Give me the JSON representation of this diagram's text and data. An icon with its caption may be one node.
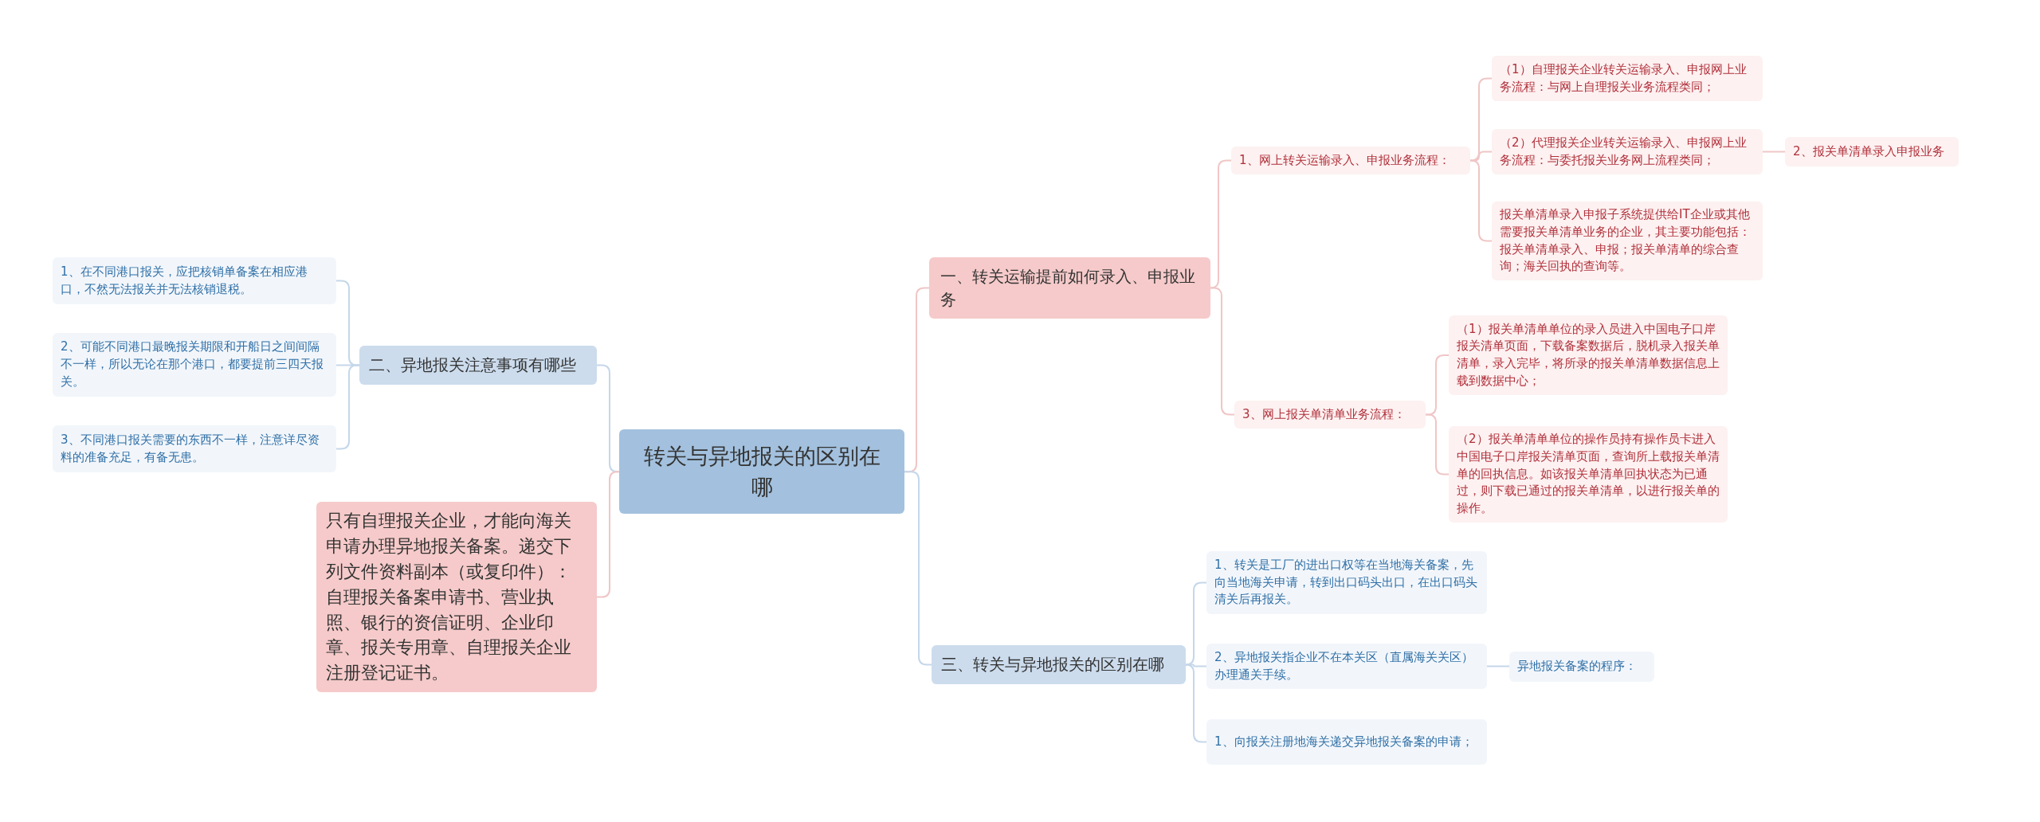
{
  "diagram": {
    "nodes": [
      {
        "text": [
          "转关与异地报关的区别在哪"
        ]
      },
      {
        "text": [
          "一、转关运输提前如何录入、申报业务"
        ]
      },
      {
        "text": [
          "1、网上转关运输录入、申报业务流程："
        ]
      },
      {
        "text": [
          "（1）自理报关企业转关运输录入、申报网上业务流程：与网上自理报关业务流程类同；"
        ]
      },
      {
        "text": [
          "（2）代理报关企业转关运输录入、申报网上业务流程：与委托报关业务网上流程类同；"
        ]
      },
      {
        "text": [
          "2、报关单清单录入申报业务"
        ]
      },
      {
        "text": [
          "报关单清单录入申报子系统提供给IT企业或其他需要报关单清单业务的企业，其主要功能包括：报关单清单录入、申报；报关单清单的综合查询；海关回执的查询等。"
        ]
      },
      {
        "text": [
          "3、网上报关单清单业务流程："
        ]
      },
      {
        "text": [
          "（1）报关单清单单位的录入员进入中国电子口岸报关清单页面，下载备案数据后，脱机录入报关单清单，录入完毕，将所录的报关单清单数据信息上载到数据中心；"
        ]
      },
      {
        "text": [
          "（2）报关单清单单位的操作员持有操作员卡进入中国电子口岸报关清单页面，查询所上载报关单清单的回执信息。如该报关单清单回执状态为已通过，则下载已通过的报关单清单，以进行报关单的操作。"
        ]
      },
      {
        "text": [
          "三、转关与异地报关的区别在哪"
        ]
      },
      {
        "text": [
          "1、转关是工厂的进出口权等在当地海关备案，先向当地海关申请，转到出口码头出口，在出口码头清关后再报关。"
        ]
      },
      {
        "text": [
          "2、异地报关指企业不在本关区（直属海关关区）办理通关手续。"
        ]
      },
      {
        "text": [
          "异地报关备案的程序："
        ]
      },
      {
        "text": [
          "1、向报关注册地海关递交异地报关备案的申请；"
        ]
      },
      {
        "text": [
          "二、异地报关注意事项有哪些"
        ]
      },
      {
        "text": [
          "1、在不同港口报关，应把核销单备案在相应港口，不然无法报关并无法核销退税。"
        ]
      },
      {
        "text": [
          "2、可能不同港口最晚报关期限和开船日之间间隔不一样，所以无论在那个港口，都要提前三四天报关。"
        ]
      },
      {
        "text": [
          "3、不同港口报关需要的东西不一样，注意详尽资料的准备充足，有备无患。"
        ]
      },
      {
        "text": [
          "只有自理报关企业，才能向海关申请办理异地报关备案。递交下列文件资料副本（或复印件）：自理报关备案申请书、营业执照、银行的资信证明、企业印章、报关专用章、自理报关企业注册登记证书。"
        ]
      }
    ],
    "edges": [
      {
        "from": 0,
        "to": 1,
        "arrow": "none"
      },
      {
        "from": 1,
        "to": 2,
        "arrow": "none"
      },
      {
        "from": 2,
        "to": 3,
        "arrow": "none"
      },
      {
        "from": 2,
        "to": 4,
        "arrow": "none"
      },
      {
        "from": 4,
        "to": 5,
        "arrow": "none"
      },
      {
        "from": 2,
        "to": 6,
        "arrow": "none"
      },
      {
        "from": 1,
        "to": 7,
        "arrow": "none"
      },
      {
        "from": 7,
        "to": 8,
        "arrow": "none"
      },
      {
        "from": 7,
        "to": 9,
        "arrow": "none"
      },
      {
        "from": 0,
        "to": 10,
        "arrow": "none",
        "color": "#c5d7ea"
      },
      {
        "from": 10,
        "to": 11,
        "arrow": "none",
        "color": "#c5d7ea"
      },
      {
        "from": 10,
        "to": 12,
        "arrow": "none",
        "color": "#c5d7ea"
      },
      {
        "from": 12,
        "to": 13,
        "arrow": "none",
        "color": "#c5d7ea"
      },
      {
        "from": 10,
        "to": 14,
        "arrow": "none",
        "color": "#c5d7ea"
      },
      {
        "from": 0,
        "to": 15,
        "arrow": "none",
        "color": "#c5d7ea"
      },
      {
        "from": 15,
        "to": 16,
        "arrow": "none",
        "color": "#c5d7ea"
      },
      {
        "from": 15,
        "to": 17,
        "arrow": "none",
        "color": "#c5d7ea"
      },
      {
        "from": 15,
        "to": 18,
        "arrow": "none",
        "color": "#c5d7ea"
      },
      {
        "from": 0,
        "to": 19,
        "arrow": "none"
      }
    ]
  }
}
